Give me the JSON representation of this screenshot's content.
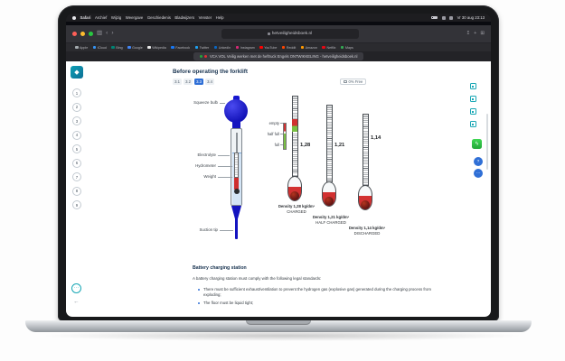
{
  "colors": {
    "accent_blue": "#2f6fd6",
    "brand_teal": "#18a7b5",
    "bulb_blue": "#1414c0",
    "liquid_red": "#d23131",
    "charge_green": "#23a839"
  },
  "icons": {
    "apple": "apple-logo",
    "sidebar": "▥",
    "back": "‹",
    "forward": "›",
    "share": "↥",
    "new_tab": "+",
    "tabs": "⊞",
    "logo": "◆",
    "chat": "⋯",
    "back_arrow": "←",
    "bolt": "ϟ",
    "help": "?",
    "more": "⋯"
  },
  "menubar": {
    "app": "Safari",
    "items": [
      "Archief",
      "Wijzig",
      "Weergave",
      "Geschiedenis",
      "Bladwijzers",
      "Venster",
      "Help"
    ],
    "clock": "Vr 30 aug 23:13"
  },
  "browser": {
    "address": "hetveiligheidsboek.nl",
    "tab": "VCA VOL Veilig werken met de heftruck Engels ONTWIKKELING - hetveiligheidsboek.nl"
  },
  "bookmarks": [
    "Apple",
    "iCloud",
    "Bing",
    "Google",
    "Wikipedia",
    "Facebook",
    "Twitter",
    "LinkedIn",
    "Instagram",
    "YouTube",
    "Reddit",
    "Amazon",
    "Netflix",
    "Maps"
  ],
  "sidebar": {
    "numbers": [
      "1",
      "2",
      "3",
      "4",
      "5",
      "6",
      "7",
      "8",
      "9"
    ]
  },
  "page": {
    "title": "Before operating the forklift",
    "pagination": [
      "3.1",
      "3.2",
      "3.3",
      "3.4"
    ],
    "free_chip": "0% Free",
    "diagram": {
      "labels": {
        "squeeze_bulb": "Squeeze bulb",
        "electrolyte": "Electrolyte",
        "hydrometer": "Hydrometer",
        "weight": "Weight",
        "suction_tip": "Suction tip",
        "empty": "empty",
        "half_full": "half full",
        "full": "full"
      },
      "hydrometers": [
        {
          "value": "1,28",
          "density": "Density 1,28 kg/dm³",
          "state": "CHARGED"
        },
        {
          "value": "1,21",
          "density": "Density 1,21 kg/dm³",
          "state": "HALF CHARGED"
        },
        {
          "value": "1,14",
          "density": "Density 1,14 kg/dm³",
          "state": "DISCHARGED"
        }
      ]
    },
    "section": {
      "heading": "Battery charging station",
      "intro": "A battery charging station must comply with the following legal standards:",
      "bullets": [
        "There must be sufficient exhaust/ventilation to prevent the hydrogen gas (explosive gas) generated during the charging process from exploding;",
        "The floor must be liquid tight;"
      ]
    }
  }
}
